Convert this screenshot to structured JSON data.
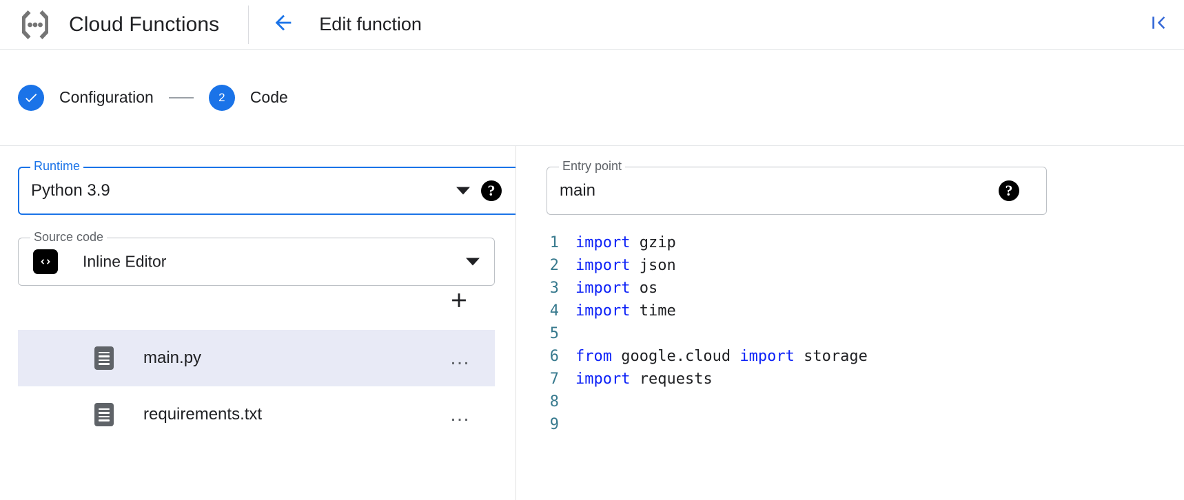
{
  "header": {
    "logo_icon": "cloud-functions-logo",
    "brand_title": "Cloud Functions",
    "back_icon": "arrow-left-icon",
    "page_title": "Edit function",
    "collapse_icon": "first-page-icon",
    "accent_color": "#1a73e8"
  },
  "stepper": {
    "steps": [
      {
        "marker": "✓",
        "label": "Configuration",
        "state": "completed"
      },
      {
        "marker": "2",
        "label": "Code",
        "state": "active"
      }
    ],
    "connector": "—"
  },
  "form": {
    "runtime": {
      "label": "Runtime",
      "value": "Python 3.9",
      "focused": true,
      "caret_icon": "chevron-down-icon",
      "help_icon": "help-icon",
      "help_glyph": "?"
    },
    "entry_point": {
      "label": "Entry point",
      "value": "main",
      "placeholder": "main",
      "focused": false,
      "help_icon": "help-icon",
      "help_glyph": "?"
    },
    "source_code": {
      "label": "Source code",
      "value": "Inline Editor",
      "leading_icon": "code-brackets-icon",
      "leading_glyph": "‹›",
      "caret_icon": "chevron-down-icon"
    },
    "add_file": {
      "icon": "plus-icon",
      "glyph": "+"
    },
    "files": [
      {
        "name": "main.py",
        "icon": "file-description-icon",
        "selected": true,
        "more_glyph": "…"
      },
      {
        "name": "requirements.txt",
        "icon": "file-description-icon",
        "selected": false,
        "more_glyph": "…"
      }
    ],
    "selected_row_color": "#e8eaf6"
  },
  "editor": {
    "lines": [
      {
        "num": "1",
        "tokens": [
          {
            "t": "import",
            "k": true
          },
          {
            "t": " gzip",
            "k": false
          }
        ]
      },
      {
        "num": "2",
        "tokens": [
          {
            "t": "import",
            "k": true
          },
          {
            "t": " json",
            "k": false
          }
        ]
      },
      {
        "num": "3",
        "tokens": [
          {
            "t": "import",
            "k": true
          },
          {
            "t": " os",
            "k": false
          }
        ]
      },
      {
        "num": "4",
        "tokens": [
          {
            "t": "import",
            "k": true
          },
          {
            "t": " time",
            "k": false
          }
        ]
      },
      {
        "num": "5",
        "tokens": []
      },
      {
        "num": "6",
        "tokens": [
          {
            "t": "from",
            "k": true
          },
          {
            "t": " google.cloud ",
            "k": false
          },
          {
            "t": "import",
            "k": true
          },
          {
            "t": " storage",
            "k": false
          }
        ]
      },
      {
        "num": "7",
        "tokens": [
          {
            "t": "import",
            "k": true
          },
          {
            "t": " requests",
            "k": false
          }
        ]
      },
      {
        "num": "8",
        "tokens": []
      },
      {
        "num": "9",
        "tokens": []
      }
    ],
    "keyword_color": "#0d22f7",
    "linenum_color": "#387a8e",
    "text_color": "#202124"
  }
}
